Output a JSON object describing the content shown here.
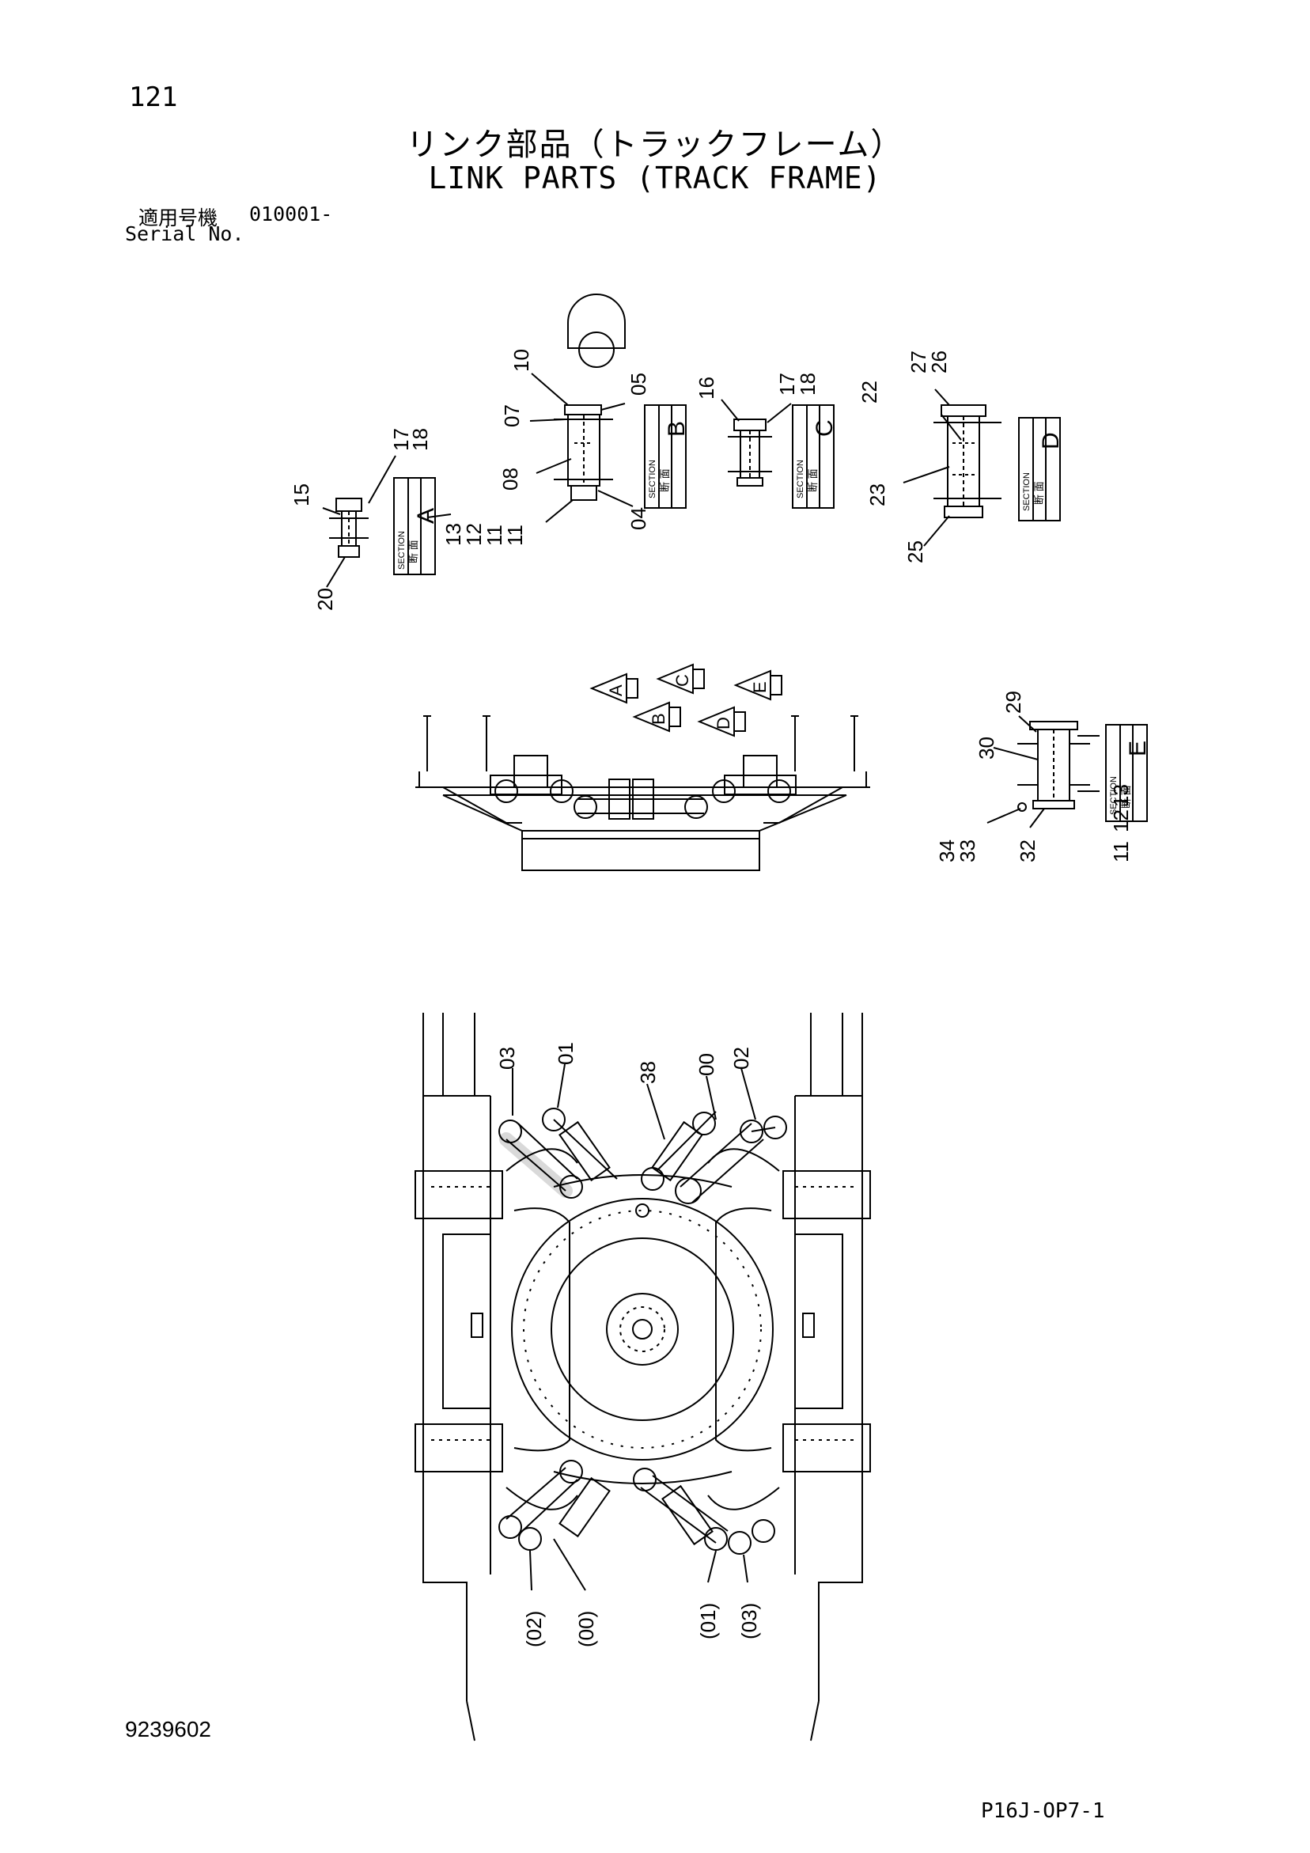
{
  "header": {
    "page_number": "121",
    "title_jp": "リンク部品（トラックフレーム）",
    "title_en": "LINK PARTS (TRACK FRAME)",
    "serial_label_jp": "適用号機",
    "serial_value": "010001-",
    "serial_label_en": "Serial No."
  },
  "sections": {
    "A": {
      "letter": "A",
      "label_jp": "断 面",
      "label_en": "SECTION"
    },
    "B": {
      "letter": "B",
      "label_jp": "断 面",
      "label_en": "SECTION"
    },
    "C": {
      "letter": "C",
      "label_jp": "断 面",
      "label_en": "SECTION"
    },
    "D": {
      "letter": "D",
      "label_jp": "断 面",
      "label_en": "SECTION"
    },
    "E": {
      "letter": "E",
      "label_jp": "断 面",
      "label_en": "SECTION"
    }
  },
  "callouts": {
    "sec_a": [
      "15",
      "17",
      "18",
      "20",
      "13",
      "12",
      "11"
    ],
    "sec_b": [
      "10",
      "05",
      "07",
      "08",
      "11",
      "04"
    ],
    "sec_c": [
      "16",
      "17",
      "18"
    ],
    "sec_d": [
      "27",
      "26",
      "22",
      "23",
      "25"
    ],
    "sec_e": [
      "29",
      "30",
      "34",
      "33",
      "32",
      "13",
      "12",
      "11"
    ],
    "plan_top": [
      "03",
      "01",
      "38",
      "00",
      "02"
    ],
    "plan_bottom": [
      "(02)",
      "(00)",
      "(01)",
      "(03)"
    ]
  },
  "view_arrows": [
    "A",
    "B",
    "C",
    "D",
    "E"
  ],
  "footer": {
    "doc_number": "9239602",
    "page_code": "P16J-OP7-1"
  }
}
